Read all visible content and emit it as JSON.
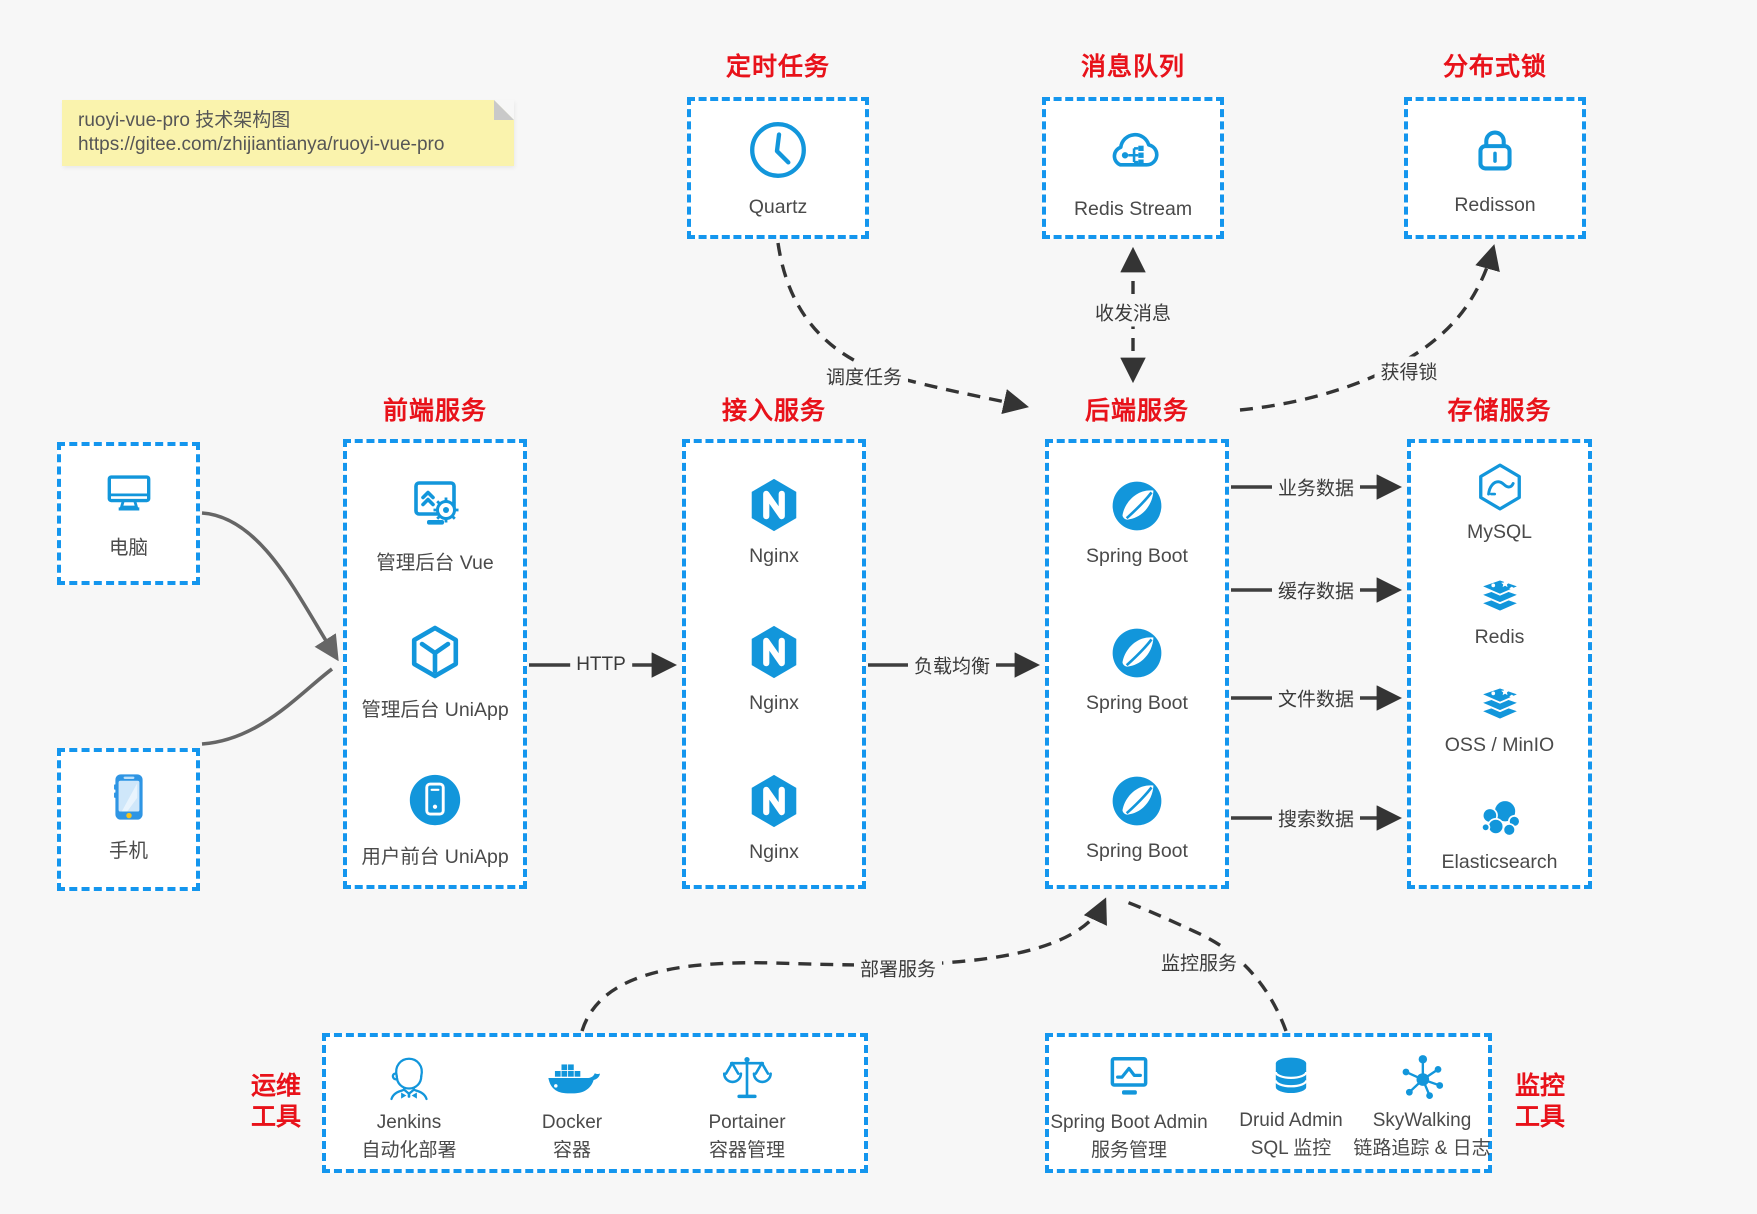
{
  "colors": {
    "icon_blue": "#1296db",
    "border_blue": "#1496ee",
    "title_red": "#e8121a",
    "background": "#f7f7f7",
    "text_gray": "#4a4a4a",
    "line_dark": "#3f3f3f"
  },
  "note": {
    "line1": "ruoyi-vue-pro 技术架构图",
    "line2": "https://gitee.com/zhijiantianya/ruoyi-vue-pro"
  },
  "top_groups": {
    "scheduled": {
      "title": "定时任务",
      "item": {
        "label": "Quartz",
        "icon": "clock-icon"
      }
    },
    "mq": {
      "title": "消息队列",
      "item": {
        "label": "Redis Stream",
        "icon": "cloud-stream-icon"
      }
    },
    "lock": {
      "title": "分布式锁",
      "item": {
        "label": "Redisson",
        "icon": "lock-icon"
      }
    }
  },
  "clients": {
    "desktop": {
      "label": "电脑",
      "icon": "desktop-icon"
    },
    "phone": {
      "label": "手机",
      "icon": "smartphone-icon"
    }
  },
  "columns": {
    "frontend": {
      "title": "前端服务",
      "items": [
        {
          "label": "管理后台 Vue",
          "icon": "admin-vue-icon"
        },
        {
          "label": "管理后台 UniApp",
          "icon": "uniapp-icon"
        },
        {
          "label": "用户前台 UniApp",
          "icon": "user-app-icon"
        }
      ]
    },
    "gateway": {
      "title": "接入服务",
      "items": [
        {
          "label": "Nginx",
          "icon": "nginx-icon"
        },
        {
          "label": "Nginx",
          "icon": "nginx-icon"
        },
        {
          "label": "Nginx",
          "icon": "nginx-icon"
        }
      ]
    },
    "backend": {
      "title": "后端服务",
      "items": [
        {
          "label": "Spring Boot",
          "icon": "spring-icon"
        },
        {
          "label": "Spring Boot",
          "icon": "spring-icon"
        },
        {
          "label": "Spring Boot",
          "icon": "spring-icon"
        }
      ]
    },
    "storage": {
      "title": "存储服务",
      "items": [
        {
          "label": "MySQL",
          "icon": "mysql-icon"
        },
        {
          "label": "Redis",
          "icon": "redis-stack-icon"
        },
        {
          "label": "OSS / MinIO",
          "icon": "redis-stack-icon"
        },
        {
          "label": "Elasticsearch",
          "icon": "elasticsearch-icon"
        }
      ]
    }
  },
  "bottom_groups": {
    "devops": {
      "title_line1": "运维",
      "title_line2": "工具",
      "items": [
        {
          "name": "Jenkins",
          "desc": "自动化部署",
          "icon": "jenkins-icon"
        },
        {
          "name": "Docker",
          "desc": "容器",
          "icon": "docker-icon"
        },
        {
          "name": "Portainer",
          "desc": "容器管理",
          "icon": "portainer-icon"
        }
      ]
    },
    "monitoring": {
      "title_line1": "监控",
      "title_line2": "工具",
      "items": [
        {
          "name": "Spring Boot Admin",
          "desc": "服务管理",
          "icon": "monitor-chart-icon"
        },
        {
          "name": "Druid Admin",
          "desc": "SQL 监控",
          "icon": "database-icon"
        },
        {
          "name": "SkyWalking",
          "desc": "链路追踪 & 日志",
          "icon": "topology-icon"
        }
      ]
    }
  },
  "edge_labels": {
    "http": "HTTP",
    "load_balance": "负载均衡",
    "schedule": "调度任务",
    "message": "收发消息",
    "acquire_lock": "获得锁",
    "business_data": "业务数据",
    "cache_data": "缓存数据",
    "file_data": "文件数据",
    "search_data": "搜索数据",
    "deploy": "部署服务",
    "monitor": "监控服务"
  }
}
